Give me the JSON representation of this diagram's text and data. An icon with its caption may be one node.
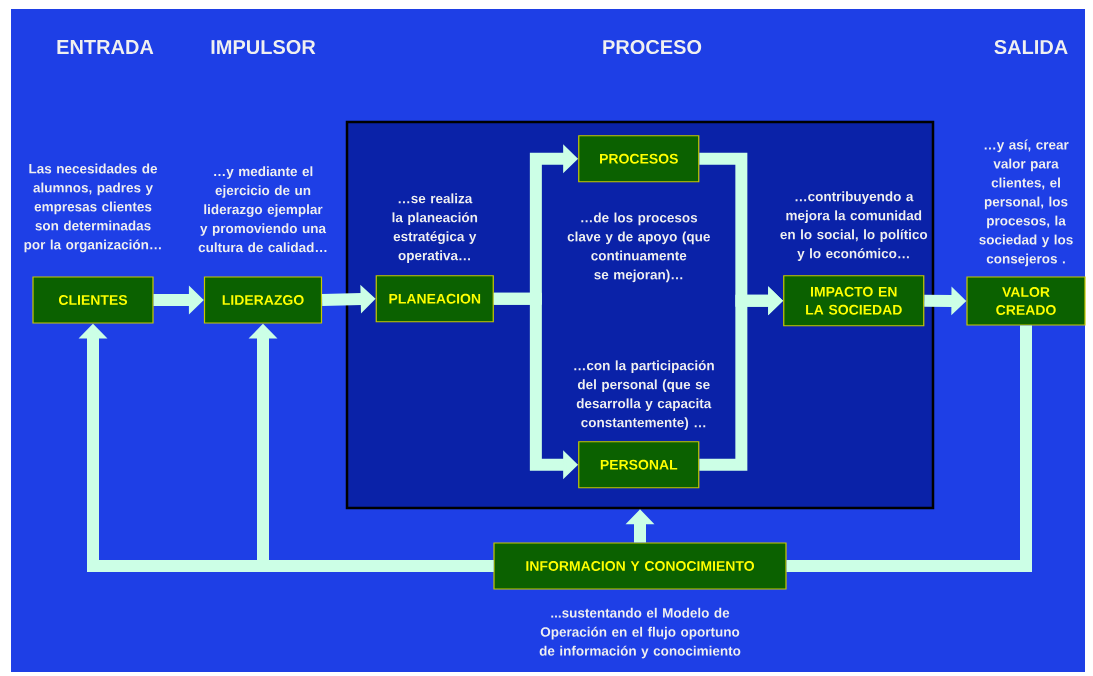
{
  "diagram": {
    "nodes": [
      {
        "text": [
          "CLIENTES"
        ],
        "beside": [
          "Las necesidades de alumnos, padres y empresas clientes son determinadas por la organización…"
        ]
      },
      {
        "text": [
          "LIDERAZGO"
        ],
        "beside": [
          "…y mediante el ejercicio de un liderazgo ejemplar y promoviendo una cultura de calidad…"
        ]
      },
      {
        "text": [
          "PROCESO"
        ]
      },
      {
        "text": [
          "PLANEACION"
        ],
        "in": 2,
        "beside": [
          "…se realiza la planeación estratégica y operativa…"
        ]
      },
      {
        "text": [
          "PROCESOS"
        ],
        "in": 2,
        "beside": [
          "…de los procesos clave y de apoyo (que continuamente se mejoran)…"
        ]
      },
      {
        "text": [
          "PERSONAL"
        ],
        "in": 2,
        "beside": [
          "…con la participación del personal (que se desarrolla y capacita constantemente) …"
        ]
      },
      {
        "text": [
          "IMPACTO EN LA SOCIEDAD"
        ],
        "in": 2,
        "beside": [
          "…contribuyendo a mejora la comunidad en lo social, lo político y lo económico…"
        ]
      },
      {
        "text": [
          "VALOR CREADO"
        ],
        "beside": [
          "…y así, crear valor para clientes, el personal, los procesos, la sociedad y los consejeros ."
        ]
      },
      {
        "text": [
          "INFORMACION Y CONOCIMIENTO"
        ],
        "beside": [
          "...sustentando el Modelo de Operación en el flujo oportuno de información y conocimiento"
        ]
      }
    ],
    "edges": [
      {
        "from": 0,
        "to": 1,
        "arrow": "to"
      },
      {
        "from": 1,
        "to": 3,
        "arrow": "to"
      },
      {
        "from": 3,
        "to": 4,
        "arrow": "to"
      },
      {
        "from": 3,
        "to": 5,
        "arrow": "to"
      },
      {
        "from": 4,
        "to": 6,
        "arrow": "to"
      },
      {
        "from": 5,
        "to": 6,
        "arrow": "to"
      },
      {
        "from": 6,
        "to": 7,
        "arrow": "to"
      },
      {
        "from": 7,
        "to": 8,
        "arrow": "none"
      },
      {
        "from": 8,
        "to": 0,
        "arrow": "to"
      },
      {
        "from": 8,
        "to": 1,
        "arrow": "to"
      },
      {
        "from": 8,
        "to": 2,
        "arrow": "to"
      }
    ],
    "labels": [
      "ENTRADA",
      "IMPULSOR",
      "SALIDA"
    ]
  }
}
